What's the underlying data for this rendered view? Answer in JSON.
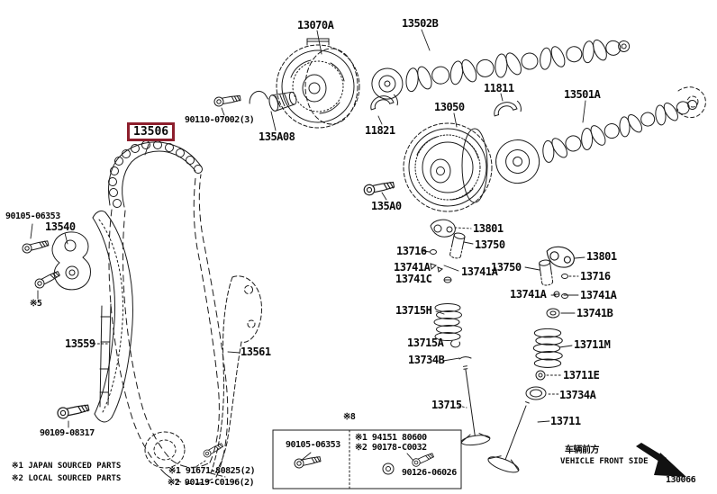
{
  "colors": {
    "highlight": "#8d1f2d"
  },
  "labels": {
    "p13070A": "13070A",
    "p13502B": "13502B",
    "p90110": "90110-07002(3)",
    "p135A08": "135A08",
    "p13506": "13506",
    "p11811": "11811",
    "p11821": "11821",
    "p13050": "13050",
    "p13501A": "13501A",
    "p135A0": "135A0",
    "p90105a": "90105-06353",
    "p13540": "13540",
    "note5": "※5",
    "p13559": "13559",
    "p13561": "13561",
    "p90109": "90109-08317",
    "p13801L": "13801",
    "p13750L": "13750",
    "p13716L": "13716",
    "p13741A_L1": "13741A",
    "p13741A_L2": "13741A",
    "p13741C": "13741C",
    "p13715H": "13715H",
    "p13715A": "13715A",
    "p13734B": "13734B",
    "p13715": "13715",
    "p13801R": "13801",
    "p13750R": "13750",
    "p13716R": "13716",
    "p13741A_R1": "13741A",
    "p13741A_R2": "13741A",
    "p13741B": "13741B",
    "p13711M": "13711M",
    "p13711E": "13711E",
    "p13734A": "13734A",
    "p13711": "13711",
    "note8": "※8",
    "box90105": "90105-06353",
    "boxNote1": "※1 94151 80600",
    "boxNote2": "※2 90178-C0032",
    "box90126": "90126-06026",
    "legendJapan": "※1 JAPAN SOURCED PARTS",
    "legendLocal": "※2 LOCAL SOURCED PARTS",
    "legendPart1": "※1 91671-80825(2)",
    "legendPart2": "※2 90119-C0196(2)",
    "frontCn": "车辆前方",
    "frontEn": "VEHICLE FRONT SIDE",
    "figCode": "130066"
  }
}
